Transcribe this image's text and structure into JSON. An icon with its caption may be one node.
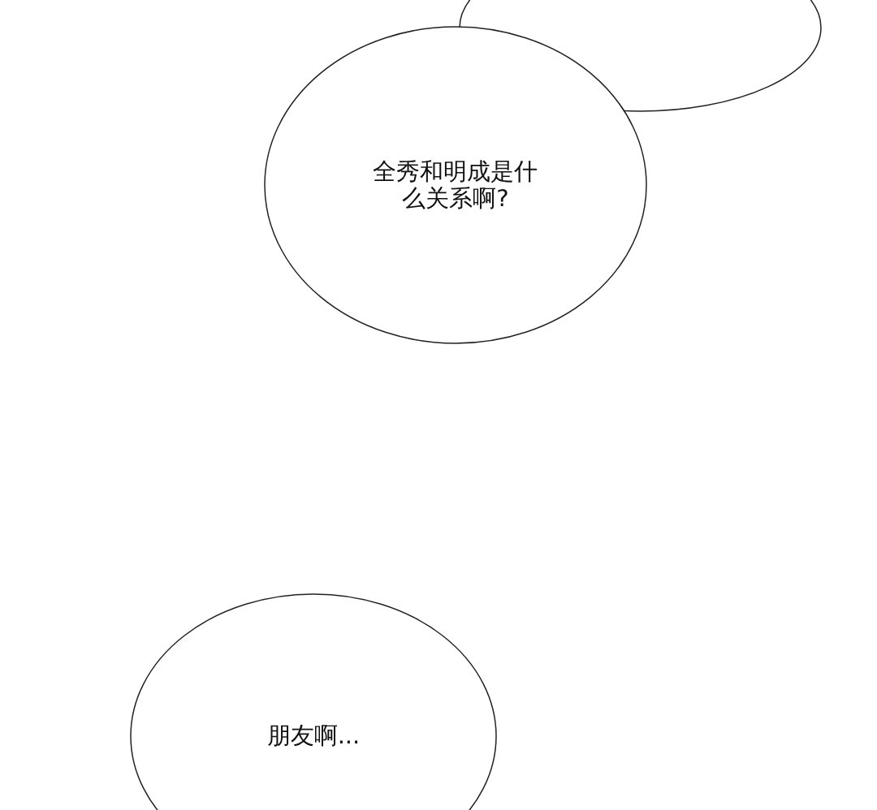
{
  "diagram": {
    "nodes": [
      {
        "text": [],
        "shape": "cloud"
      },
      {
        "text": [
          "全秀和明成是什么关系啊?"
        ]
      },
      {
        "text": [
          "朋友啊..."
        ]
      }
    ],
    "edges": []
  }
}
